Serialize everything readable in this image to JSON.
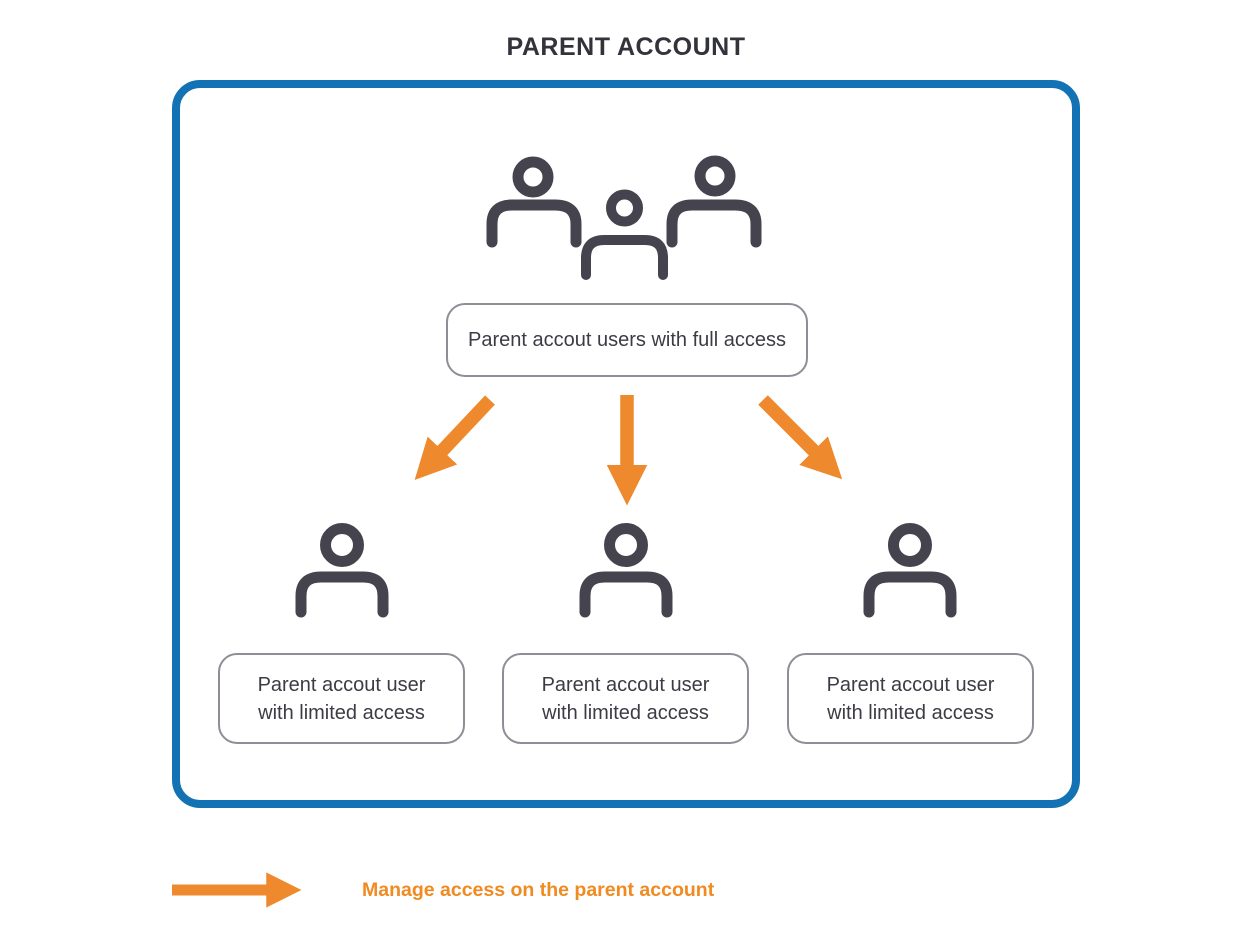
{
  "title": "PARENT ACCOUNT",
  "colors": {
    "container_border": "#1272b4",
    "arrow_orange": "#ee8a2d",
    "icon_gray": "#45444e",
    "node_border": "#8e8e96",
    "text_dark": "#3c3c44",
    "legend_text_orange": "#f08a21"
  },
  "parent_group": {
    "icon": "users-group-icon",
    "label": "Parent accout users with full access"
  },
  "children": [
    {
      "icon": "user-icon",
      "line1": "Parent accout user",
      "line2": "with limited access"
    },
    {
      "icon": "user-icon",
      "line1": "Parent accout user",
      "line2": "with limited access"
    },
    {
      "icon": "user-icon",
      "line1": "Parent accout user",
      "line2": "with limited access"
    }
  ],
  "arrows": {
    "count": 3,
    "meaning": "manage access",
    "color": "#ee8a2d"
  },
  "legend": {
    "icon": "right-arrow-icon",
    "label": "Manage access on the parent account"
  }
}
